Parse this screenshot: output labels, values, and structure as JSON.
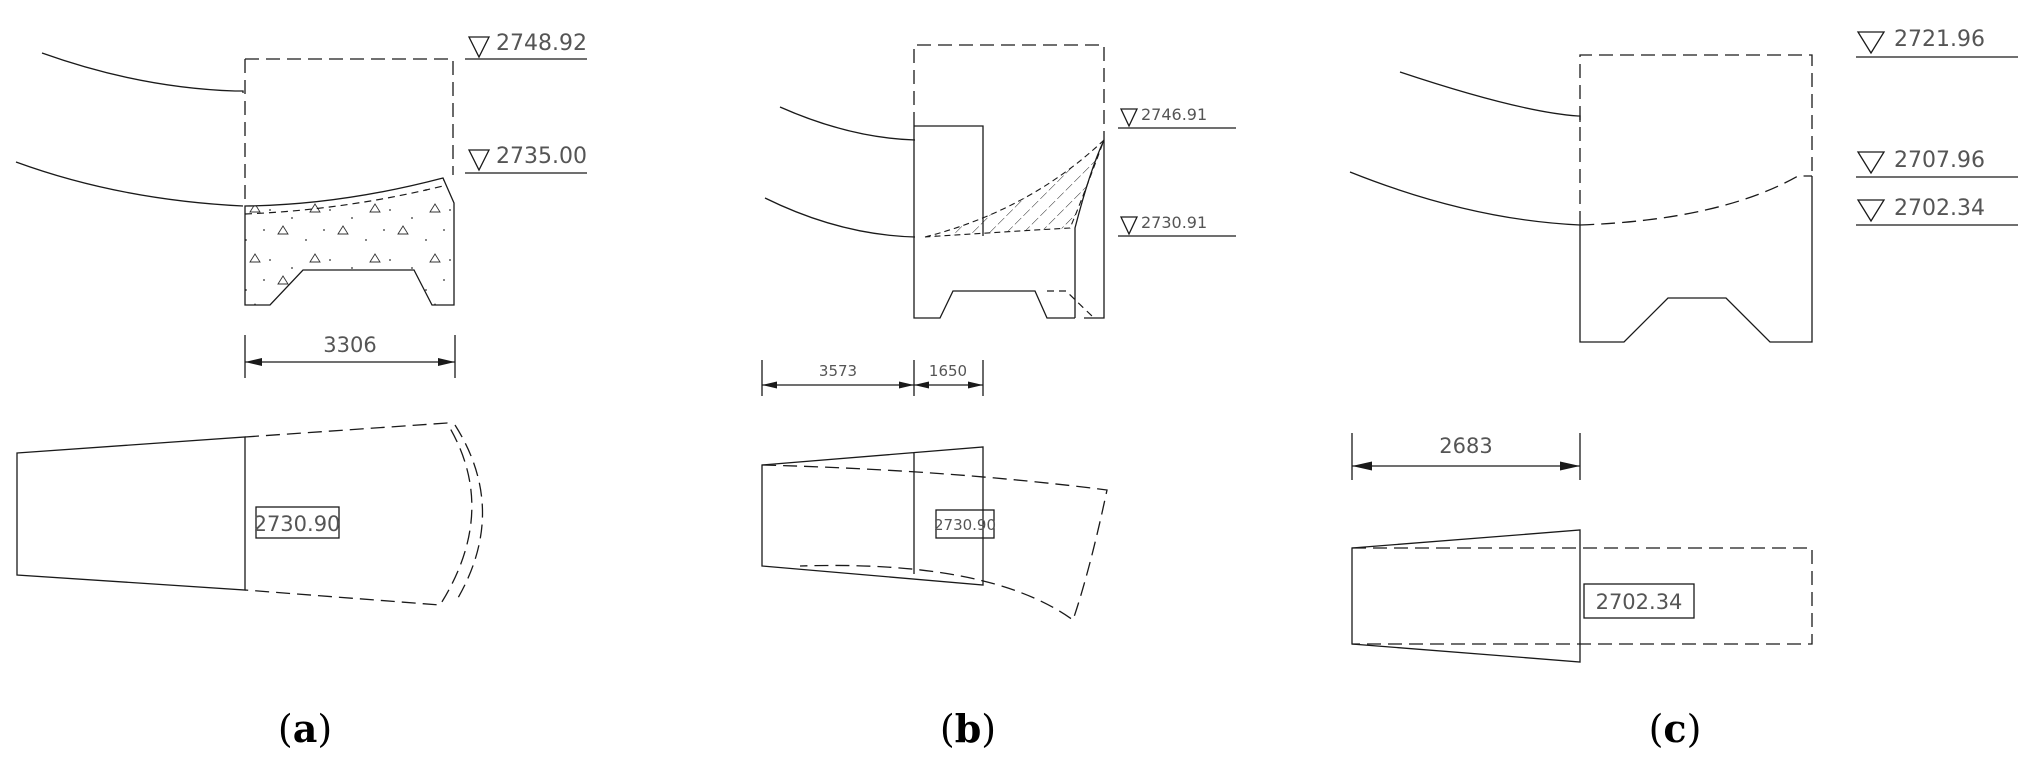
{
  "panels": [
    {
      "id": "a",
      "caption_open": "(",
      "caption_letter": "a",
      "caption_close": ")",
      "elevations": [
        "2748.92",
        "2735.00"
      ],
      "width_dims": [
        "3306"
      ],
      "plan_label": "2730.90"
    },
    {
      "id": "b",
      "caption_open": "(",
      "caption_letter": "b",
      "caption_close": ")",
      "elevations": [
        "2746.91",
        "2730.91"
      ],
      "width_dims": [
        "3573",
        "1650"
      ],
      "plan_label": "2730.90"
    },
    {
      "id": "c",
      "caption_open": "(",
      "caption_letter": "c",
      "caption_close": ")",
      "elevations": [
        "2721.96",
        "2707.96",
        "2702.34"
      ],
      "width_dims": [
        "2683"
      ],
      "plan_label": "2702.34"
    }
  ]
}
